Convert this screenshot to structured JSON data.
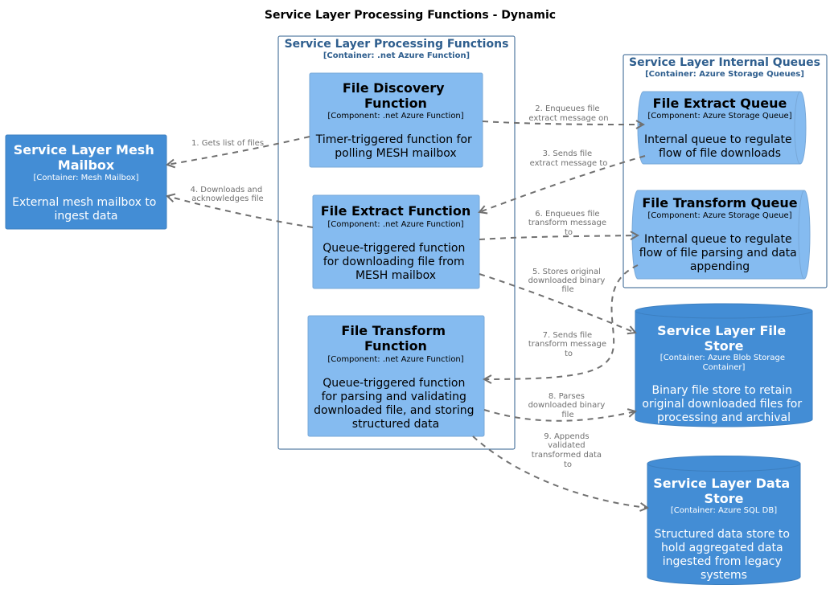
{
  "title": "Service Layer Processing Functions - Dynamic",
  "boundaries": {
    "functions": {
      "title": "Service Layer Processing Functions",
      "type": "[Container: .net Azure Function]"
    },
    "queues": {
      "title": "Service Layer Internal Queues",
      "type": "[Container: Azure Storage Queues]"
    }
  },
  "nodes": {
    "mesh": {
      "title": [
        "Service Layer Mesh",
        "Mailbox"
      ],
      "type": "[Container: Mesh Mailbox]",
      "desc": [
        "External mesh mailbox to",
        "ingest data"
      ]
    },
    "discovery": {
      "title": [
        "File Discovery",
        "Function"
      ],
      "type": "[Component: .net Azure Function]",
      "desc": [
        "Timer-triggered function for",
        "polling MESH mailbox"
      ]
    },
    "extract_fn": {
      "title": [
        "File Extract Function"
      ],
      "type": "[Component: .net Azure Function]",
      "desc": [
        "Queue-triggered function",
        "for downloading file from",
        "MESH mailbox"
      ]
    },
    "transform_fn": {
      "title": [
        "File Transform",
        "Function"
      ],
      "type": "[Component: .net Azure Function]",
      "desc": [
        "Queue-triggered function",
        "for parsing and validating",
        "downloaded file, and storing",
        "structured data"
      ]
    },
    "extract_q": {
      "title": [
        "File Extract Queue"
      ],
      "type": "[Component: Azure Storage Queue]",
      "desc": [
        "Internal queue to regulate",
        "flow of file downloads"
      ]
    },
    "transform_q": {
      "title": [
        "File Transform Queue"
      ],
      "type": "[Component: Azure Storage Queue]",
      "desc": [
        "Internal queue to regulate",
        "flow of file parsing and data",
        "appending"
      ]
    },
    "file_store": {
      "title": [
        "Service Layer File",
        "Store"
      ],
      "type": [
        "[Container: Azure Blob Storage",
        "Container]"
      ],
      "desc": [
        "Binary file store to retain",
        "original downloaded files for",
        "processing and archival"
      ]
    },
    "data_store": {
      "title": [
        "Service Layer Data",
        "Store"
      ],
      "type": "[Container: Azure SQL DB]",
      "desc": [
        "Structured data store to",
        "hold aggregated data",
        "ingested from legacy",
        "systems"
      ]
    }
  },
  "edges": [
    {
      "id": "e1",
      "label": [
        "1. Gets list of files"
      ]
    },
    {
      "id": "e2",
      "label": [
        "2. Enqueues file",
        "extract message on"
      ]
    },
    {
      "id": "e3",
      "label": [
        "3. Sends file",
        "extract message to"
      ]
    },
    {
      "id": "e4",
      "label": [
        "4. Downloads and",
        "acknowledges file"
      ]
    },
    {
      "id": "e5",
      "label": [
        "5. Stores original",
        "downloaded binary",
        "file"
      ]
    },
    {
      "id": "e6",
      "label": [
        "6. Enqueues file",
        "transform message",
        "to"
      ]
    },
    {
      "id": "e7",
      "label": [
        "7. Sends file",
        "transform message",
        "to"
      ]
    },
    {
      "id": "e8",
      "label": [
        "8. Parses",
        "downloaded binary",
        "file"
      ]
    },
    {
      "id": "e9",
      "label": [
        "9. Appends",
        "validated",
        "transformed data",
        "to"
      ]
    }
  ],
  "colors": {
    "container": "#438DD5",
    "container_border": "#3C7FC0",
    "component": "#85BBF0",
    "component_border": "#78A8D8",
    "boundary": "#2E5E8E",
    "edge": "#707070"
  }
}
